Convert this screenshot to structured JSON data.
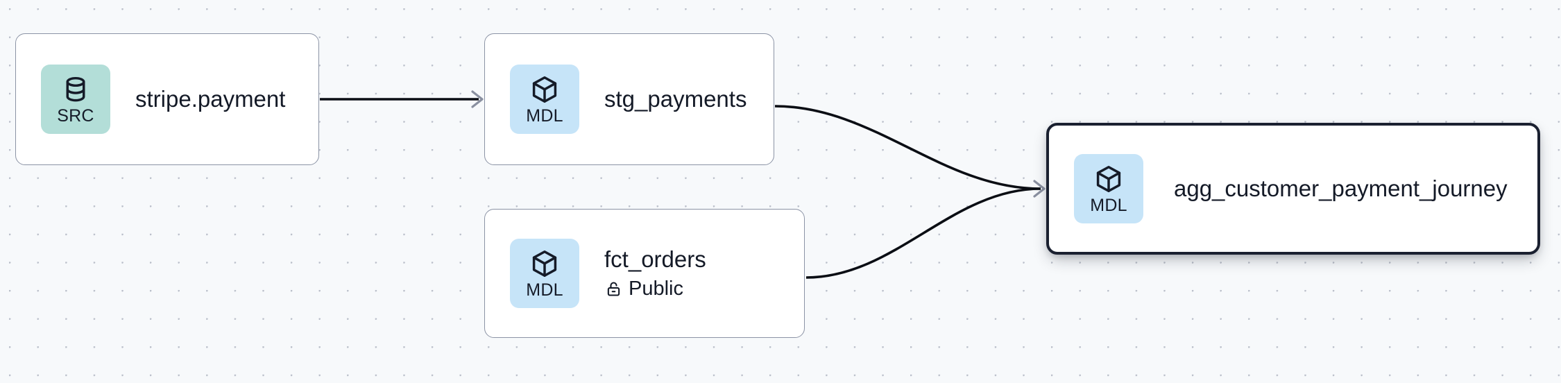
{
  "canvas": {
    "background_color": "#f7f9fb",
    "dot_color": "#b9bec9",
    "edge_color": "#0b0e14",
    "arrow_color": "#8a90a0",
    "selected_border_color": "#1a2030",
    "node_border_color": "#8b93a5"
  },
  "nodes": [
    {
      "id": "stripe-payment",
      "title": "stripe.payment",
      "badge_label": "SRC",
      "badge_icon": "database-icon",
      "badge_color": "#b3ded8",
      "subtitle": null,
      "subtitle_icon": null,
      "selected": false
    },
    {
      "id": "stg-payments",
      "title": "stg_payments",
      "badge_label": "MDL",
      "badge_icon": "cube-icon",
      "badge_color": "#c6e4f8",
      "subtitle": null,
      "subtitle_icon": null,
      "selected": false
    },
    {
      "id": "fct-orders",
      "title": "fct_orders",
      "badge_label": "MDL",
      "badge_icon": "cube-icon",
      "badge_color": "#c6e4f8",
      "subtitle": "Public",
      "subtitle_icon": "unlock-icon",
      "selected": false
    },
    {
      "id": "agg-customer-payment-journey",
      "title": "agg_customer_payment_journey",
      "badge_label": "MDL",
      "badge_icon": "cube-icon",
      "badge_color": "#c6e4f8",
      "subtitle": null,
      "subtitle_icon": null,
      "selected": true
    }
  ],
  "edges": [
    {
      "id": "edge-stripe-to-stg",
      "from": "stripe-payment",
      "to": "stg-payments",
      "shape": "straight"
    },
    {
      "id": "edge-stg-to-agg",
      "from": "stg-payments",
      "to": "agg-customer-payment-journey",
      "shape": "bezier"
    },
    {
      "id": "edge-fct-to-agg",
      "from": "fct-orders",
      "to": "agg-customer-payment-journey",
      "shape": "bezier"
    }
  ]
}
